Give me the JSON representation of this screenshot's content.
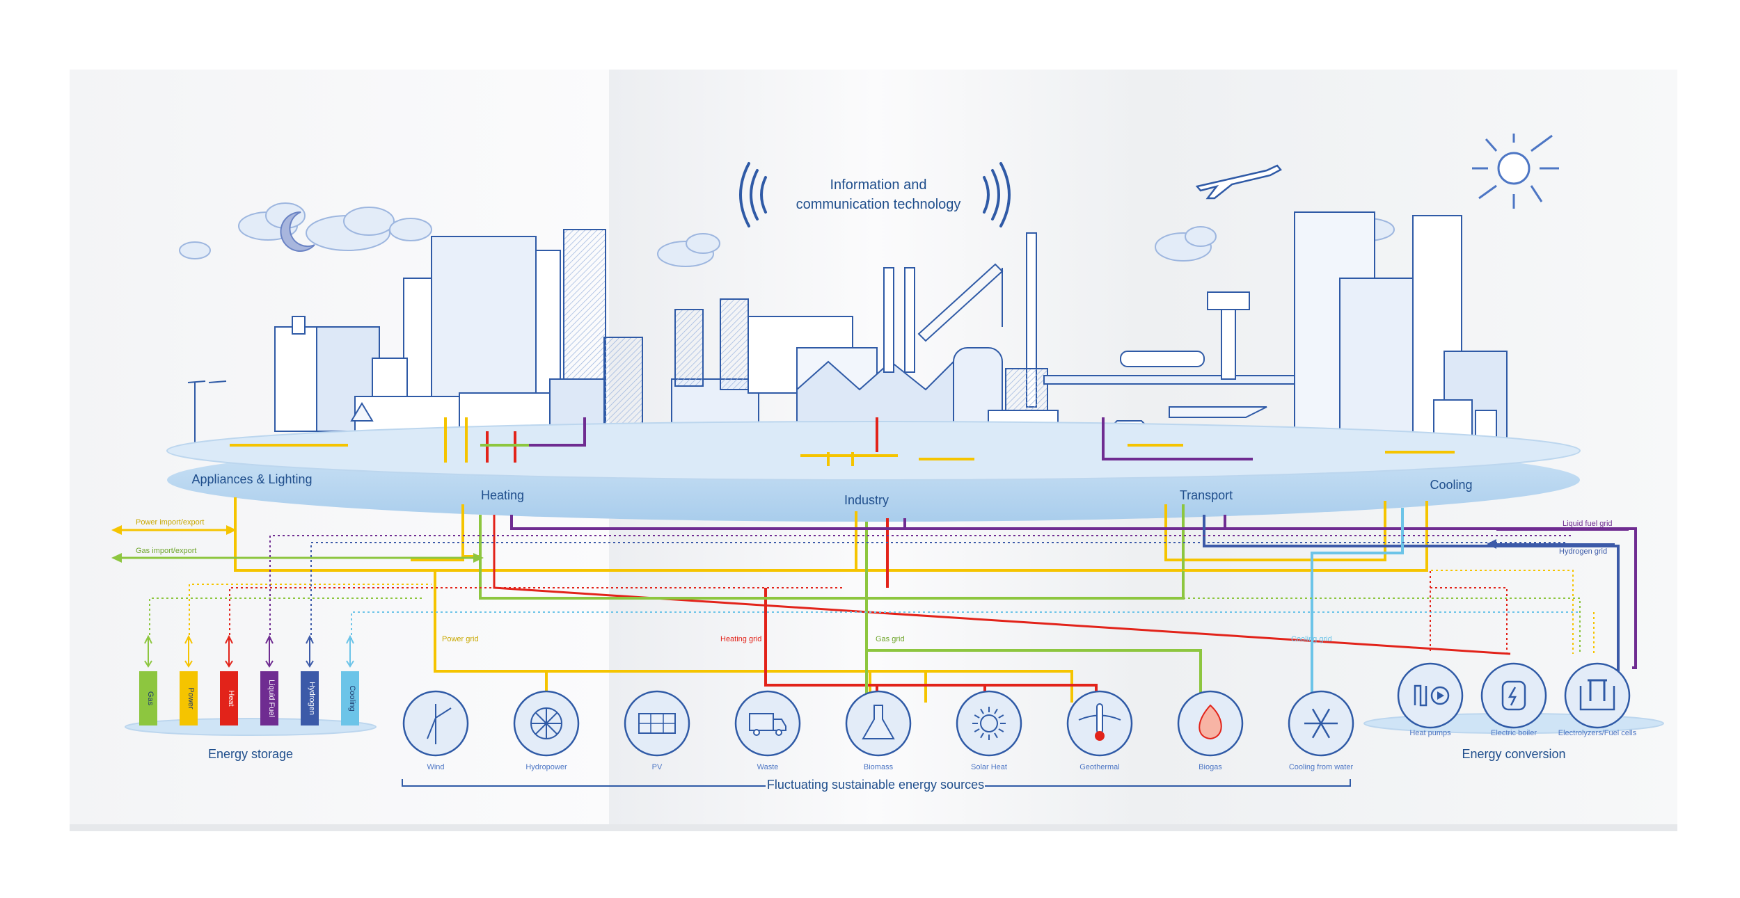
{
  "ict_title_line1": "Information and",
  "ict_title_line2": "communication technology",
  "sectors": {
    "appliances": "Appliances & Lighting",
    "heating": "Heating",
    "industry": "Industry",
    "transport": "Transport",
    "cooling": "Cooling"
  },
  "grids": {
    "power_import": "Power import/export",
    "gas_import": "Gas import/export",
    "liquid_fuel_grid": "Liquid fuel grid",
    "hydrogen_grid": "Hydrogen grid",
    "power_grid": "Power grid",
    "heating_grid": "Heating grid",
    "gas_grid": "Gas grid",
    "cooling_grid": "Cooling grid"
  },
  "storage": {
    "title": "Energy storage",
    "items": [
      {
        "label": "Gas",
        "color": "#8dc63f"
      },
      {
        "label": "Power",
        "color": "#f5c400"
      },
      {
        "label": "Heat",
        "color": "#e2231a"
      },
      {
        "label": "Liquid Fuel",
        "color": "#6f2c91"
      },
      {
        "label": "Hydrogen",
        "color": "#3c5aa8"
      },
      {
        "label": "Cooling",
        "color": "#6cc4e8"
      }
    ]
  },
  "sources": {
    "title": "Fluctuating sustainable energy sources",
    "items": [
      {
        "label": "Wind",
        "icon": "wind-turbine-icon"
      },
      {
        "label": "Hydropower",
        "icon": "water-wheel-icon"
      },
      {
        "label": "PV",
        "icon": "solar-panel-icon"
      },
      {
        "label": "Waste",
        "icon": "garbage-truck-icon"
      },
      {
        "label": "Biomass",
        "icon": "flask-icon"
      },
      {
        "label": "Solar Heat",
        "icon": "sun-icon"
      },
      {
        "label": "Geothermal",
        "icon": "thermometer-icon"
      },
      {
        "label": "Biogas",
        "icon": "flame-icon"
      },
      {
        "label": "Cooling from water",
        "icon": "snowflake-icon"
      }
    ]
  },
  "conversion": {
    "title": "Energy conversion",
    "items": [
      {
        "label": "Heat pumps",
        "icon": "heat-pump-icon"
      },
      {
        "label": "Electric boiler",
        "icon": "electric-boiler-icon"
      },
      {
        "label": "Electrolyzers/Fuel cells",
        "icon": "electrolyzer-icon"
      }
    ]
  },
  "colors": {
    "power": "#f5c400",
    "heat": "#e2231a",
    "gas": "#8dc63f",
    "liquid_fuel": "#6f2c91",
    "hydrogen": "#3c5aa8",
    "cooling": "#6cc4e8",
    "outline": "#2f5aa6"
  }
}
